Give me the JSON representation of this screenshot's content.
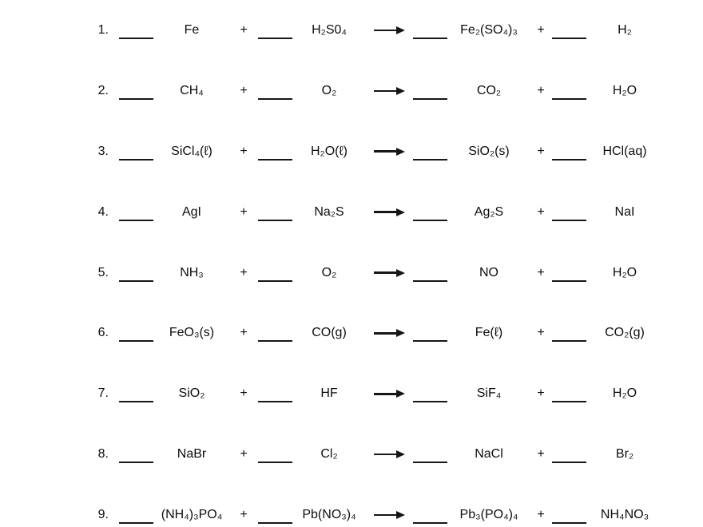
{
  "worksheet": {
    "plus": "+",
    "coefficient_blank": "____",
    "icons": {
      "reaction_arrow": "long-right-arrow"
    },
    "colors": {
      "text": "#0d0d0d",
      "background": "#ffffff",
      "line": "#161616"
    },
    "rows": [
      {
        "number": "1.",
        "reactant1": "Fe",
        "reactant2": "H₂S0₄",
        "product1": "Fe₂(SO₄)₃",
        "product2": "H₂"
      },
      {
        "number": "2.",
        "reactant1": "CH₄",
        "reactant2": "O₂",
        "product1": "CO₂",
        "product2": "H₂O"
      },
      {
        "number": "3.",
        "reactant1": "SiCl₄(ℓ)",
        "reactant2": "H₂O(ℓ)",
        "product1": "SiO₂(s)",
        "product2": "HCl(aq)"
      },
      {
        "number": "4.",
        "reactant1": "AgI",
        "reactant2": "Na₂S",
        "product1": "Ag₂S",
        "product2": "NaI"
      },
      {
        "number": "5.",
        "reactant1": "NH₃",
        "reactant2": "O₂",
        "product1": "NO",
        "product2": "H₂O"
      },
      {
        "number": "6.",
        "reactant1": "FeO₃(s)",
        "reactant2": "CO(g)",
        "product1": "Fe(ℓ)",
        "product2": "CO₂(g)"
      },
      {
        "number": "7.",
        "reactant1": "SiO₂",
        "reactant2": "HF",
        "product1": "SiF₄",
        "product2": "H₂O"
      },
      {
        "number": "8.",
        "reactant1": "NaBr",
        "reactant2": "Cl₂",
        "product1": "NaCl",
        "product2": "Br₂"
      },
      {
        "number": "9.",
        "reactant1": "(NH₄)₃PO₄",
        "reactant2": "Pb(NO₃)₄",
        "product1": "Pb₃(PO₄)₄",
        "product2": "NH₄NO₃"
      }
    ]
  }
}
